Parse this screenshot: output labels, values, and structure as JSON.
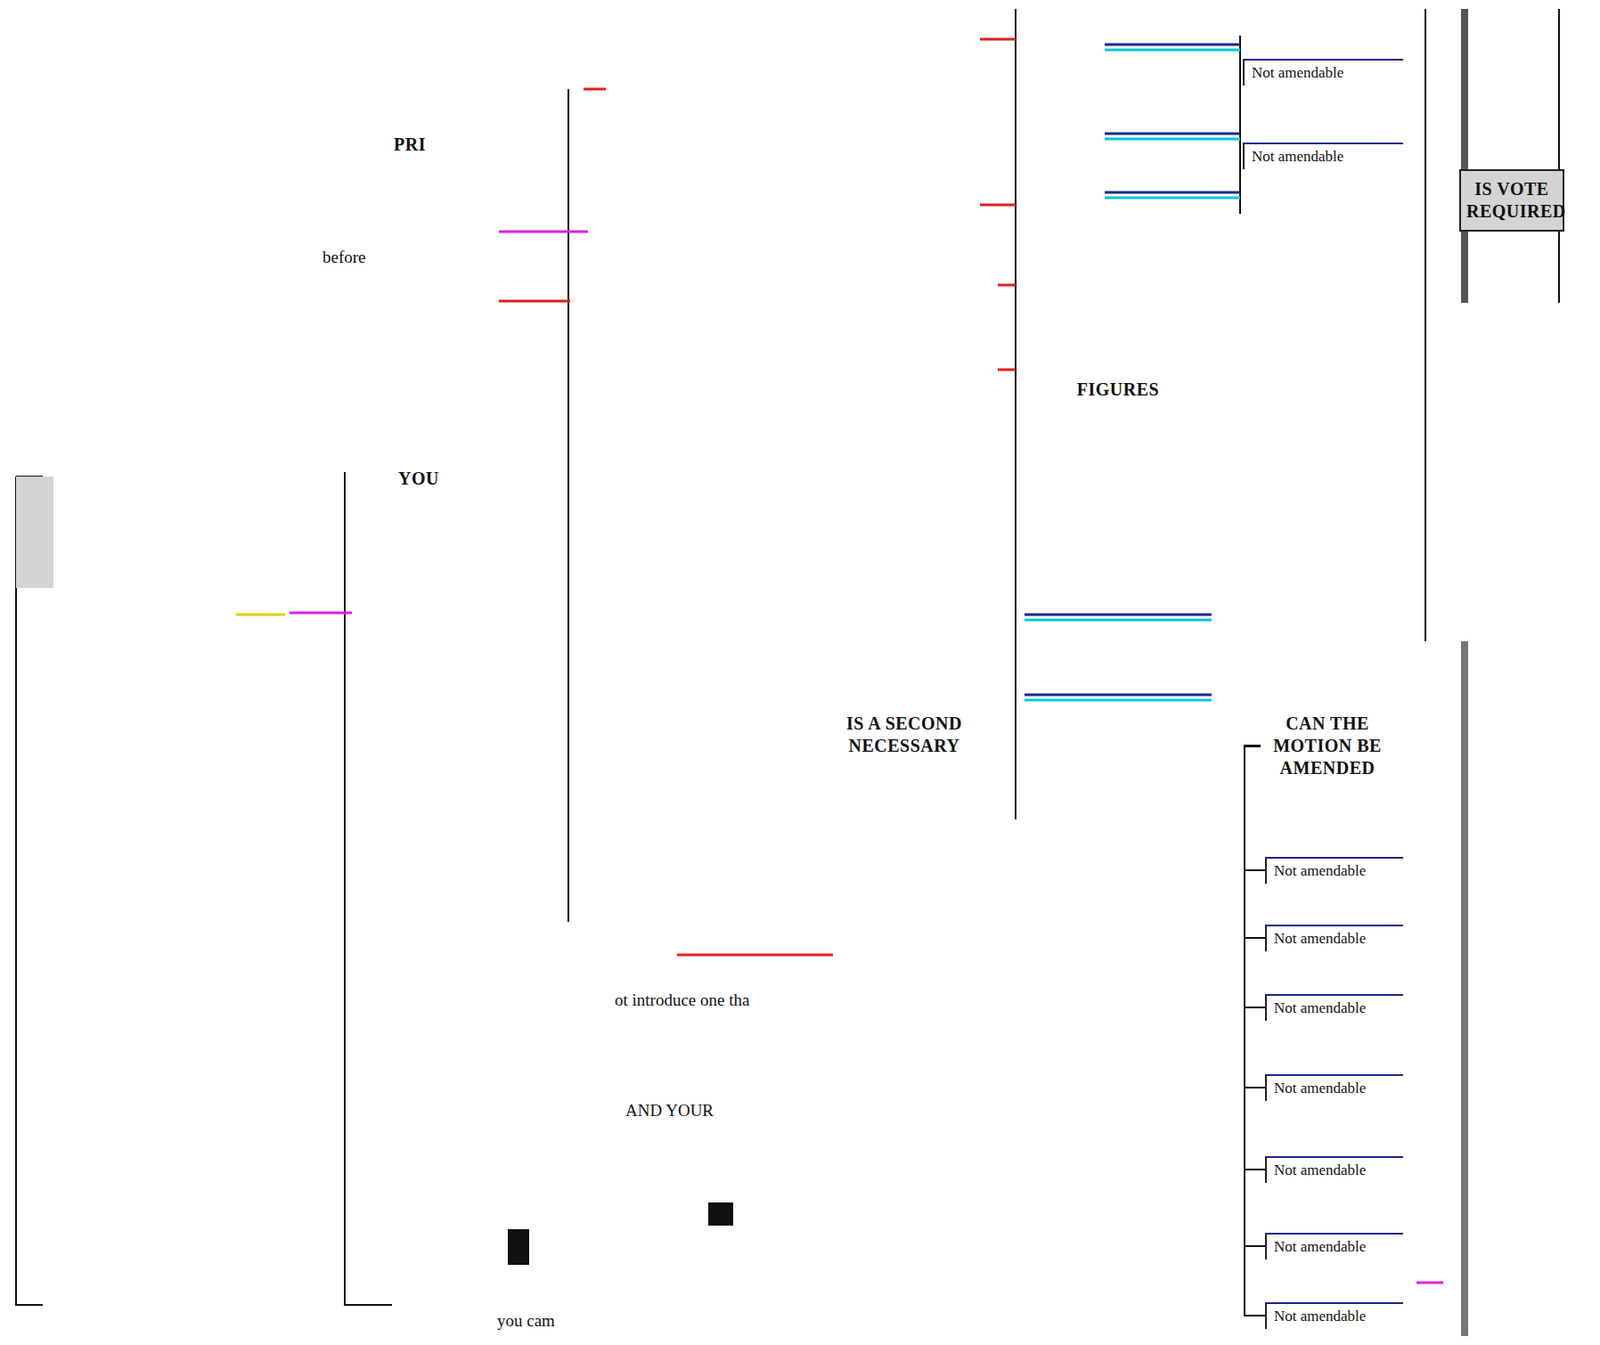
{
  "diagram": {
    "nodes": [
      {
        "text": [
          "PRI"
        ]
      },
      {
        "text": [
          "YOU"
        ]
      },
      {
        "text": [
          "IS A SECOND NECESSARY"
        ]
      },
      {
        "text": [
          "CAN THE MOTION BE AMENDED"
        ]
      },
      {
        "text": [
          "IS VOTE REQUIRED"
        ]
      },
      {
        "text": [
          "FIGURES"
        ]
      },
      {
        "text": [
          "Not amendable"
        ]
      },
      {
        "text": [
          "Not amendable"
        ]
      },
      {
        "text": [
          "Not amendable"
        ]
      },
      {
        "text": [
          "Not amendable"
        ]
      },
      {
        "text": [
          "Not amendable"
        ]
      },
      {
        "text": [
          "Not amendable"
        ]
      },
      {
        "text": [
          "Not amendable"
        ]
      },
      {
        "text": [
          "Not amendable"
        ]
      },
      {
        "text": [
          "Not amendable"
        ]
      }
    ],
    "edges": [
      {
        "from": 3,
        "to": 8,
        "arrow": "none"
      },
      {
        "from": 3,
        "to": 9,
        "arrow": "none"
      },
      {
        "from": 3,
        "to": 10,
        "arrow": "none"
      },
      {
        "from": 3,
        "to": 11,
        "arrow": "none"
      },
      {
        "from": 3,
        "to": 12,
        "arrow": "none"
      },
      {
        "from": 3,
        "to": 13,
        "arrow": "none"
      },
      {
        "from": 3,
        "to": 14,
        "arrow": "none"
      }
    ],
    "labels": [
      "before",
      "ot introduce one tha",
      "AND YOUR",
      "you cam"
    ]
  }
}
